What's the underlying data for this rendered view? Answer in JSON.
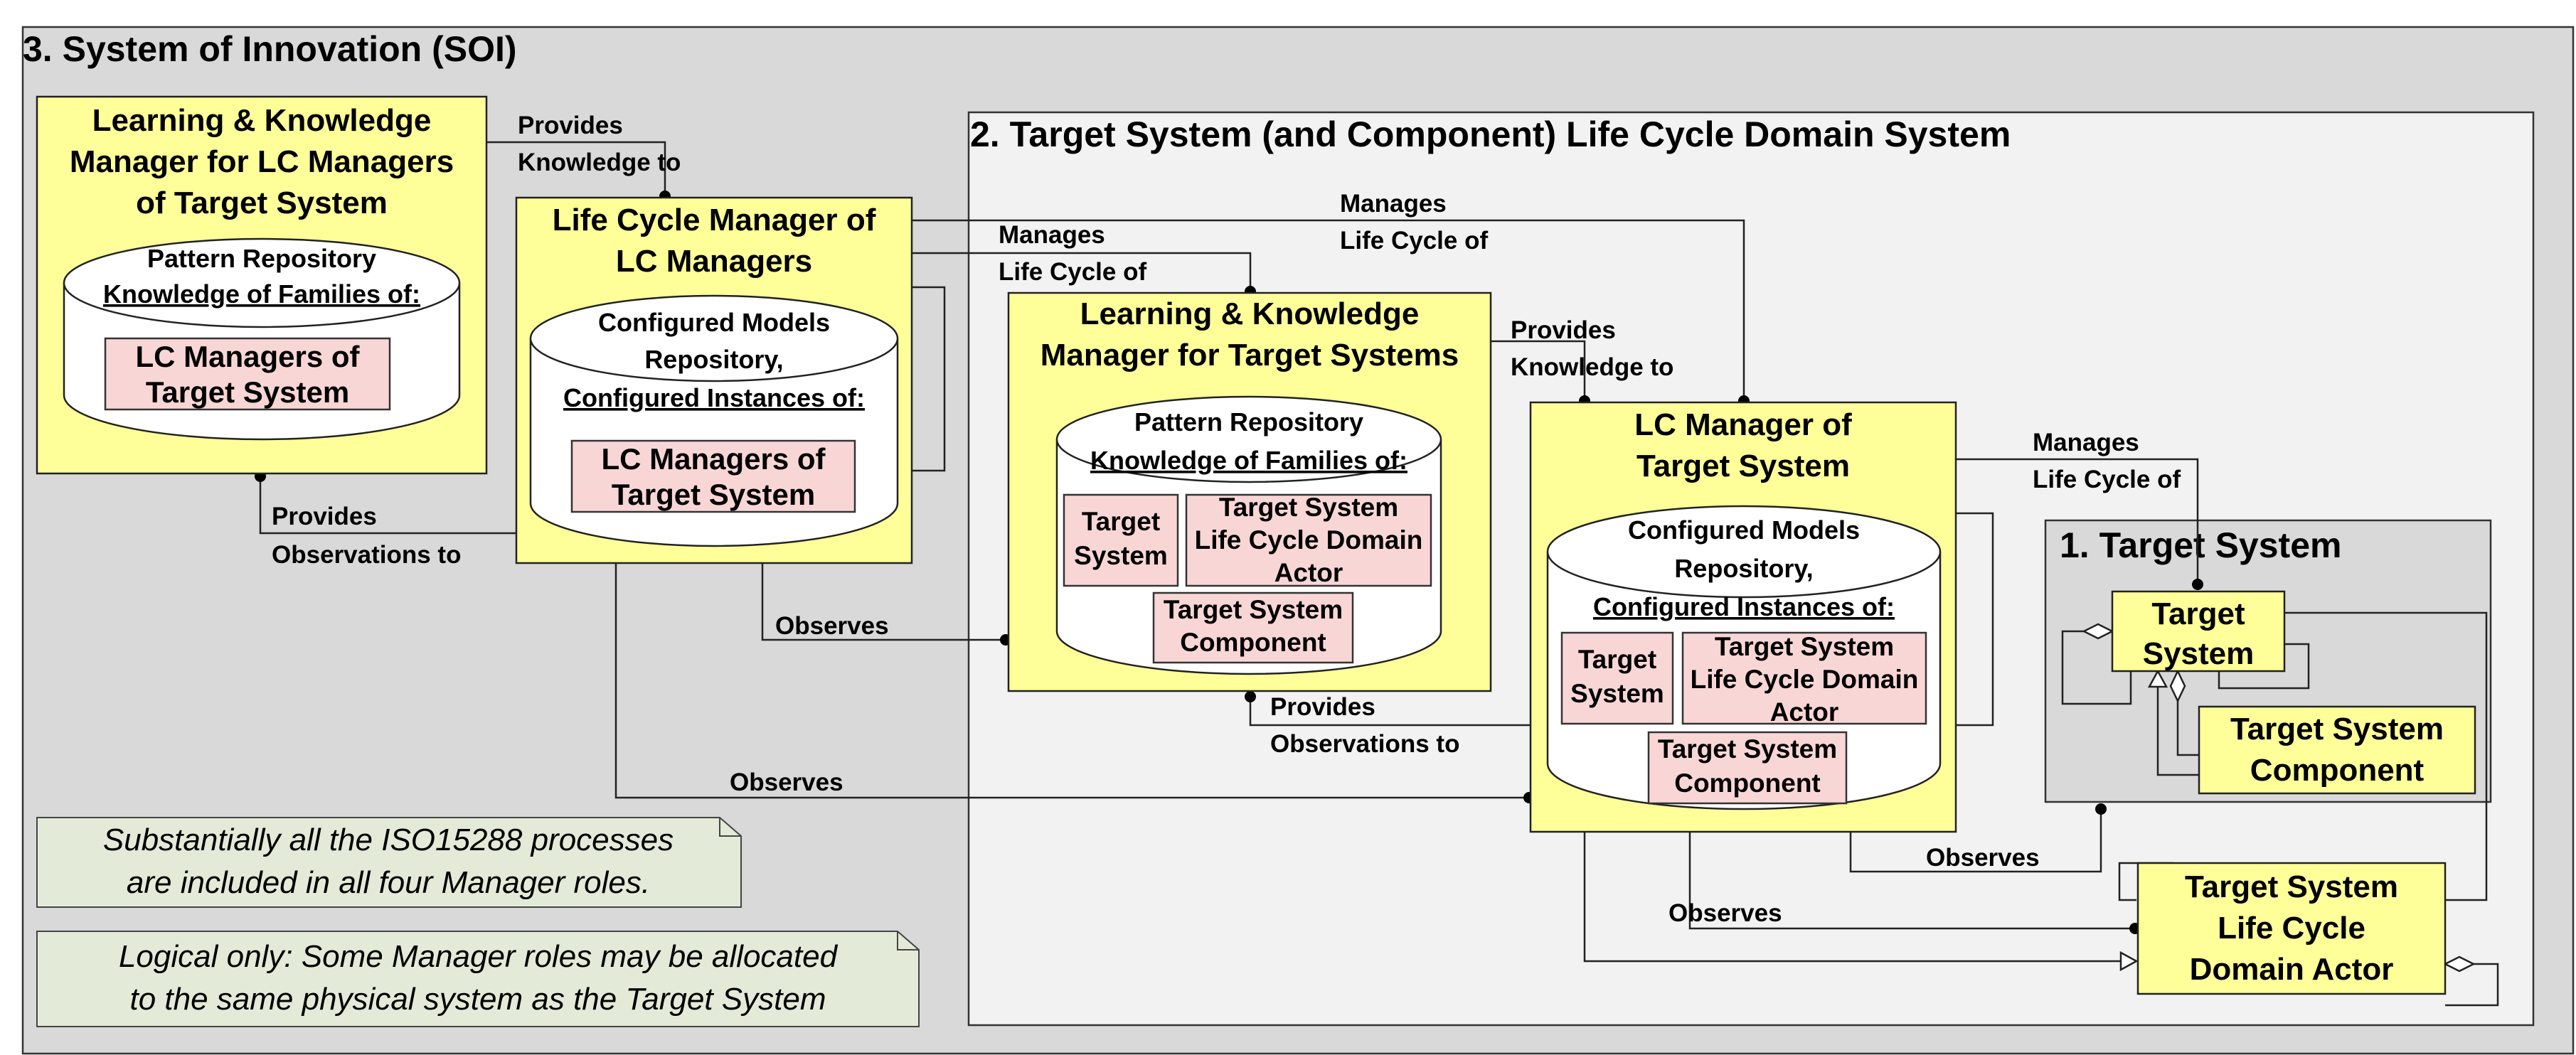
{
  "soi_title": "3.  System of Innovation (SOI)",
  "domain_title": "2.  Target System (and Component)  Life Cycle Domain System",
  "ts_title": "1. Target System",
  "lkm_lc": {
    "title": [
      "Learning & Knowledge",
      "Manager for LC Managers",
      "of Target System"
    ],
    "repo": [
      "Pattern Repository",
      "Knowledge of Families of:"
    ],
    "items": [
      [
        "LC Managers of",
        "Target System"
      ]
    ]
  },
  "lcm_lcm": {
    "title": [
      "Life Cycle Manager of",
      "LC Managers"
    ],
    "repo": [
      "Configured Models",
      "Repository,",
      "Configured Instances of:"
    ],
    "items": [
      [
        "LC Managers of",
        "Target System"
      ]
    ]
  },
  "lkm_ts": {
    "title": [
      "Learning & Knowledge",
      "Manager for Target Systems"
    ],
    "repo": [
      "Pattern Repository",
      "Knowledge of Families of:"
    ],
    "items": [
      [
        "Target",
        "System"
      ],
      [
        "Target System",
        "Life Cycle Domain",
        "Actor"
      ],
      [
        "Target System",
        "Component"
      ]
    ]
  },
  "lcm_ts": {
    "title": [
      "LC Manager of",
      "Target System"
    ],
    "repo": [
      "Configured Models",
      "Repository,",
      "Configured Instances of:"
    ],
    "items": [
      [
        "Target",
        "System"
      ],
      [
        "Target System",
        "Life Cycle Domain",
        "Actor"
      ],
      [
        "Target System",
        "Component"
      ]
    ]
  },
  "target_system": [
    "Target",
    "System"
  ],
  "target_component": [
    "Target System",
    "Component"
  ],
  "domain_actor": [
    "Target System",
    "Life Cycle",
    "Domain Actor"
  ],
  "edges": {
    "provides_knowledge_1": [
      "Provides",
      "Knowledge to"
    ],
    "provides_obs_1": [
      "Provides",
      "Observations to"
    ],
    "manages_1": [
      "Manages",
      "Life Cycle of"
    ],
    "manages_2": [
      "Manages",
      "Life Cycle of"
    ],
    "observes_1": "Observes",
    "observes_2": "Observes",
    "provides_knowledge_2": [
      "Provides",
      "Knowledge to"
    ],
    "provides_obs_2": [
      "Provides",
      "Observations to"
    ],
    "manages_3": [
      "Manages",
      "Life Cycle of"
    ],
    "observes_3": "Observes",
    "observes_4": "Observes"
  },
  "notes": [
    [
      "Substantially all the ISO15288 processes",
      "are included in all four Manager roles."
    ],
    [
      "Logical only: Some Manager roles may be allocated",
      "to the same physical system as the Target System"
    ]
  ]
}
